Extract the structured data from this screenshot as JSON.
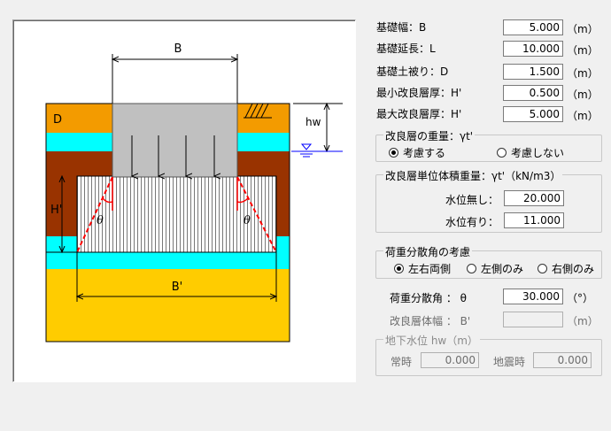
{
  "diagram": {
    "label_B": "B",
    "label_D": "D",
    "label_hw": "hw",
    "label_H": "H'",
    "label_theta": "θ",
    "label_Bprime": "B'",
    "colors": {
      "topsoil": "#f39b00",
      "water": "#00ffff",
      "clay": "#993300",
      "foundation": "#c0c0c0",
      "base": "#ffcc00",
      "theta_line": "#ff0000"
    }
  },
  "fields": [
    {
      "label": "基礎幅：B",
      "value": "5.000",
      "unit": "（m）"
    },
    {
      "label": "基礎延長：L",
      "value": "10.000",
      "unit": "（m）"
    },
    {
      "label": "基礎土被り：D",
      "value": "1.500",
      "unit": "（m）"
    },
    {
      "label": "最小改良層厚：H'",
      "value": "0.500",
      "unit": "（m）"
    },
    {
      "label": "最大改良層厚：H'",
      "value": "5.000",
      "unit": "（m）"
    }
  ],
  "weight_group": {
    "title": "改良層の重量：γt'",
    "options": [
      "考慮する",
      "考慮しない"
    ],
    "selected": 0
  },
  "unit_weight_group": {
    "title": "改良層単位体積重量：γt'（kN/m3）",
    "no_water_label": "水位無し：",
    "no_water_value": "20.000",
    "water_label": "水位有り：",
    "water_value": "11.000"
  },
  "spread_group": {
    "title": "荷重分散角の考慮",
    "options": [
      "左右両側",
      "左側のみ",
      "右側のみ"
    ],
    "selected": 0
  },
  "spread_angle": {
    "label": "荷重分散角 ： θ",
    "value": "30.000",
    "unit": "（°）"
  },
  "improved_width": {
    "label": "改良層体幅 ： B'",
    "value": "",
    "unit": "（m）"
  },
  "groundwater_group": {
    "title": "地下水位 hw（m）",
    "normal_label": "常時",
    "normal_value": "0.000",
    "quake_label": "地震時",
    "quake_value": "0.000"
  }
}
